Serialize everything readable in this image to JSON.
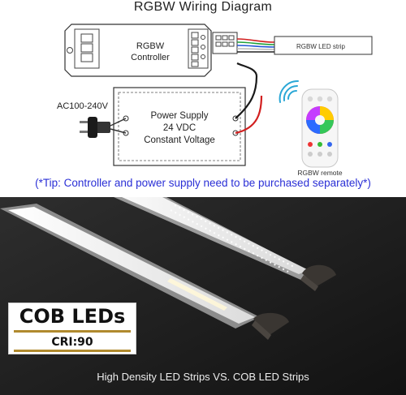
{
  "title": "RGBW Wiring Diagram",
  "controller": {
    "label_line1": "RGBW",
    "label_line2": "Controller"
  },
  "led_strip": {
    "label": "RGBW LED strip"
  },
  "ac_input": {
    "label": "AC100-240V"
  },
  "power_supply": {
    "line1": "Power Supply",
    "line2": "24 VDC",
    "line3": "Constant Voltage"
  },
  "remote": {
    "label": "RGBW remote"
  },
  "tip": "(*Tip: Controller and power supply need to be purchased separately*)",
  "photo": {
    "badge_title": "COB LEDs",
    "badge_subtitle": "CRI:90",
    "caption": "High Density LED Strips VS. COB LED Strips"
  },
  "colors": {
    "tip_text": "#2a2fd6",
    "badge_accent": "#b08a2e",
    "wire_red": "#d21f1f",
    "wire_black": "#1a1a1a"
  }
}
